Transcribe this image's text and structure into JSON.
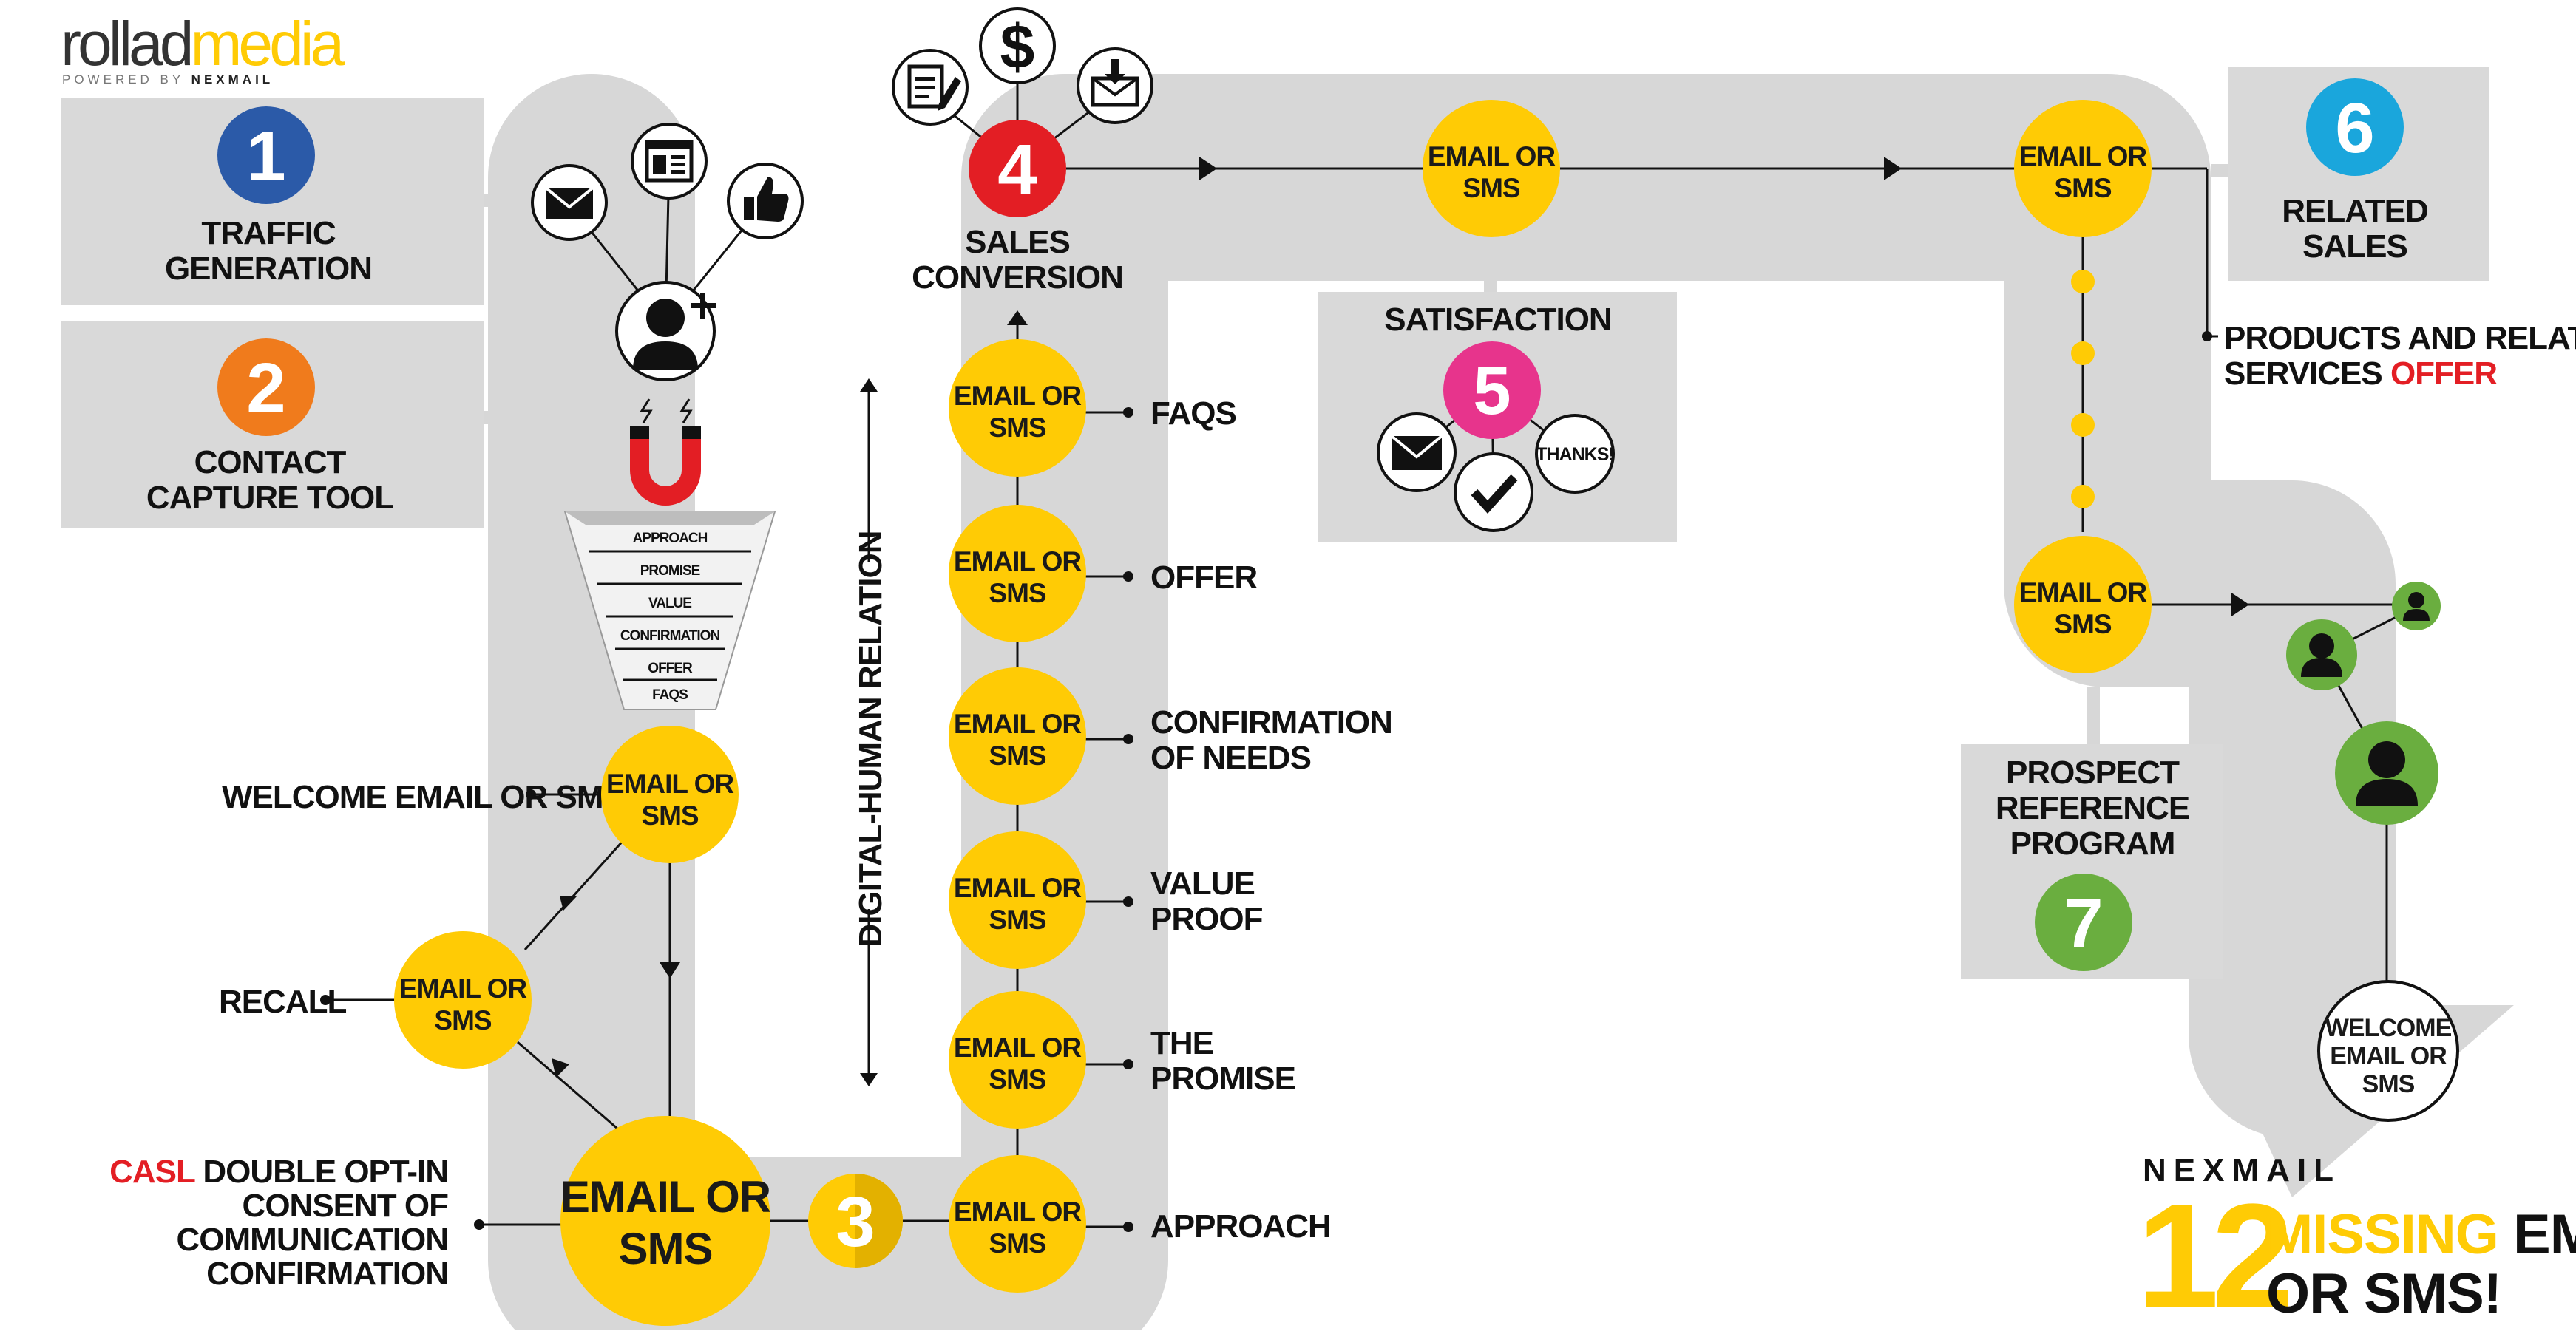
{
  "brand": {
    "logo_part1": "rollad",
    "logo_part2": "media",
    "powered_by": "POWERED BY",
    "powered_brand": "NEXMAIL",
    "footer_brand": "NEXMAIL"
  },
  "colors": {
    "path_grey": "#d7d7d7",
    "box_grey": "#d9d9d9",
    "yellow": "#ffcb05",
    "red": "#e31e24",
    "pink": "#e7348c",
    "green": "#6aae3f",
    "blue": "#2b5aa8",
    "orange": "#f07b1c",
    "cyan": "#1aa6dc",
    "text": "#111111",
    "accent_red": "#e31e24"
  },
  "steps": {
    "s1": {
      "num": "1",
      "line1": "TRAFFIC",
      "line2": "GENERATION"
    },
    "s2": {
      "num": "2",
      "line1": "CONTACT",
      "line2": "CAPTURE TOOL"
    },
    "s3": {
      "num": "3"
    },
    "s4": {
      "num": "4",
      "line1": "SALES",
      "line2": "CONVERSION"
    },
    "s5": {
      "num": "5",
      "title": "SATISFACTION",
      "thanks": "THANKS!"
    },
    "s6": {
      "num": "6",
      "line1": "RELATED",
      "line2": "SALES"
    },
    "s7": {
      "num": "7",
      "line1": "PROSPECT",
      "line2": "REFERENCE",
      "line3": "PROGRAM"
    }
  },
  "funnel": [
    "APPROACH",
    "PROMISE",
    "VALUE",
    "CONFIRMATION",
    "OFFER",
    "FAQS"
  ],
  "email_line1": "EMAIL OR",
  "email_line2": "SMS",
  "labels": {
    "welcome": "WELCOME EMAIL OR SMS",
    "recall": "RECALL",
    "casl_red": "CASL",
    "casl_l1": "DOUBLE OPT-IN",
    "casl_l2": "CONSENT OF",
    "casl_l3": "COMMUNICATION",
    "casl_l4": "CONFIRMATION",
    "faqs": "FAQS",
    "offer": "OFFER",
    "conf_l1": "CONFIRMATION",
    "conf_l2": "OF NEEDS",
    "value_l1": "VALUE",
    "value_l2": "PROOF",
    "promise_l1": "THE",
    "promise_l2": "PROMISE",
    "approach": "APPROACH",
    "digital_human": "DIGITAL-HUMAN RELATION",
    "products_l1": "PRODUCTS AND RELATED",
    "products_l2": "SERVICES",
    "products_red": "OFFER",
    "welcome_bottom_l1": "WELCOME",
    "welcome_bottom_l2": "EMAIL OR",
    "welcome_bottom_l3": "SMS"
  },
  "tagline": {
    "number": "12",
    "missing": "MISSING",
    "emails": "EMAILS",
    "line2": "OR SMS!"
  },
  "icons": [
    "envelope-icon",
    "web-page-icon",
    "thumbs-up-icon",
    "user-plus-icon",
    "magnet-icon",
    "document-edit-icon",
    "dollar-icon",
    "inbox-download-icon",
    "checkmark-icon",
    "user-icon"
  ]
}
